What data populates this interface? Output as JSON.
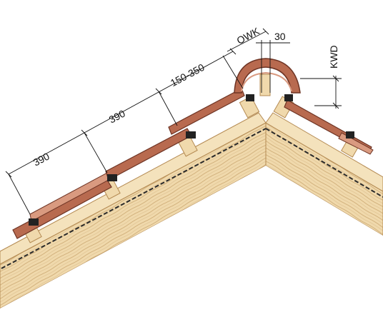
{
  "dimensions": {
    "course_1": "390",
    "course_2": "390",
    "ridge_gauge": "150-350",
    "owk": "OWK",
    "ridge_gap": "30",
    "kwd": "KWD"
  },
  "colors": {
    "tile": "#b86a4f",
    "tile_dark": "#6e3424",
    "tile_light": "#d99a80",
    "timber": "#f0d9ac",
    "timber_grain": "#c9a56e",
    "timber_edge": "#b48a52",
    "underlay": "#2a2a2a",
    "rafter_face": "#f6e6c2"
  }
}
